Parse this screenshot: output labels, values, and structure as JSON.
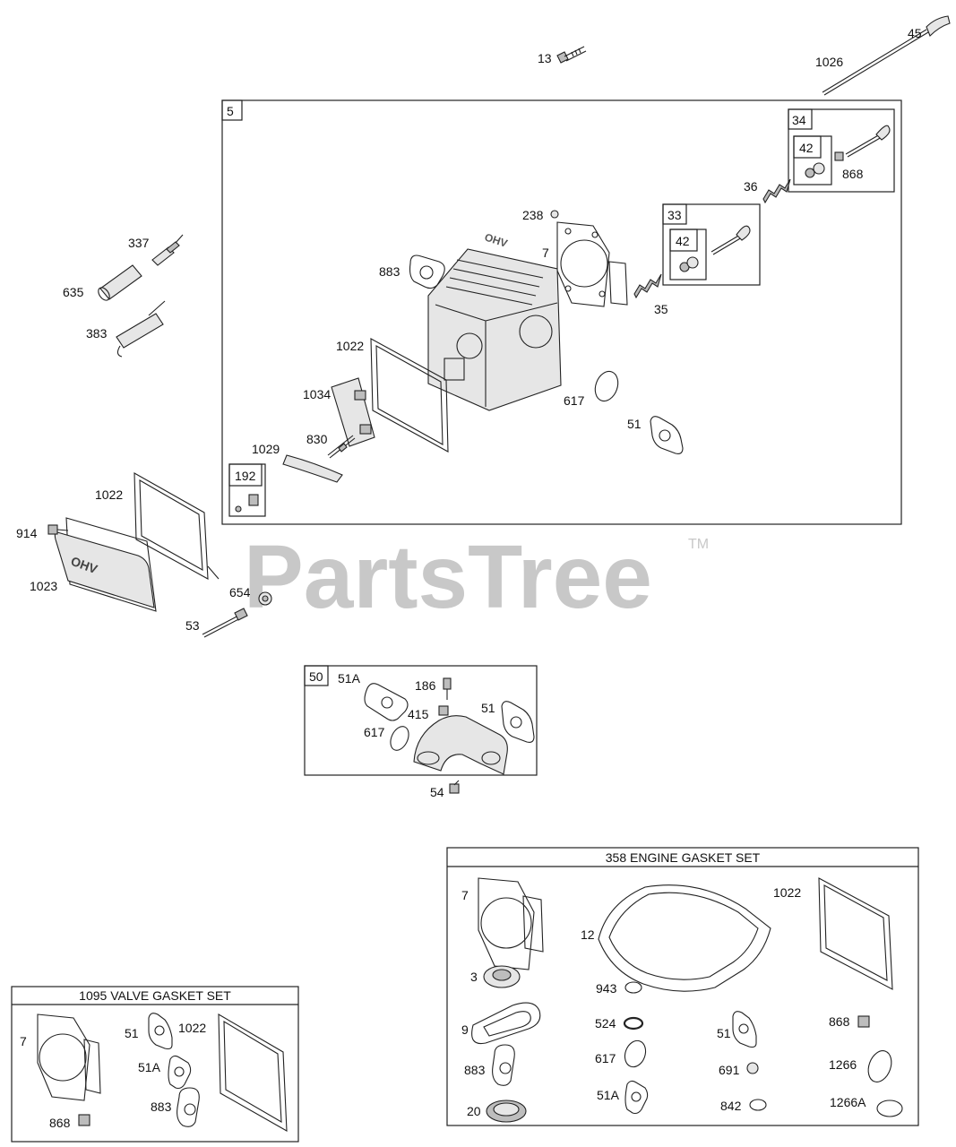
{
  "watermark": {
    "text": "PartsTree",
    "tm": "TM"
  },
  "boxes": {
    "head_assembly": "5",
    "valve_34": "34",
    "valve_34_sub": "42",
    "valve_33": "33",
    "valve_33_sub": "42",
    "plug_192": "192",
    "manifold_50": "50",
    "valve_gasket_set": "1095 VALVE GASKET SET",
    "engine_gasket_set": "358 ENGINE GASKET SET"
  },
  "callouts": {
    "c13": "13",
    "c45": "45",
    "c1026": "1026",
    "c868a": "868",
    "c36": "36",
    "c238": "238",
    "c7a": "7",
    "c883a": "883",
    "c35": "35",
    "c1022a": "1022",
    "c617a": "617",
    "c1034": "1034",
    "c51a": "51",
    "c830": "830",
    "c1029": "1029",
    "c337": "337",
    "c635": "635",
    "c383": "383",
    "c1022b": "1022",
    "c914": "914",
    "c1023": "1023",
    "c654": "654",
    "c53": "53",
    "c186": "186",
    "c51A_m": "51A",
    "c415": "415",
    "c51_m": "51",
    "c617_m": "617",
    "c54": "54",
    "v7": "7",
    "v51": "51",
    "v1022": "1022",
    "v51A": "51A",
    "v883": "883",
    "v868": "868",
    "e7": "7",
    "e12": "12",
    "e1022": "1022",
    "e3": "3",
    "e943": "943",
    "e9": "9",
    "e524": "524",
    "e51": "51",
    "e868": "868",
    "e883": "883",
    "e617": "617",
    "e691": "691",
    "e1266": "1266",
    "e20": "20",
    "e51A": "51A",
    "e842": "842",
    "e1266A": "1266A"
  },
  "colors": {
    "line": "#222222",
    "watermark": "#c8c8c8",
    "shade": "#e6e6e6"
  },
  "icons": [
    "cylinder-head-icon",
    "valve-icon",
    "spring-icon",
    "gasket-icon",
    "bolt-icon",
    "spark-plug-icon",
    "valve-cover-icon",
    "intake-manifold-icon",
    "seal-ring-icon"
  ]
}
